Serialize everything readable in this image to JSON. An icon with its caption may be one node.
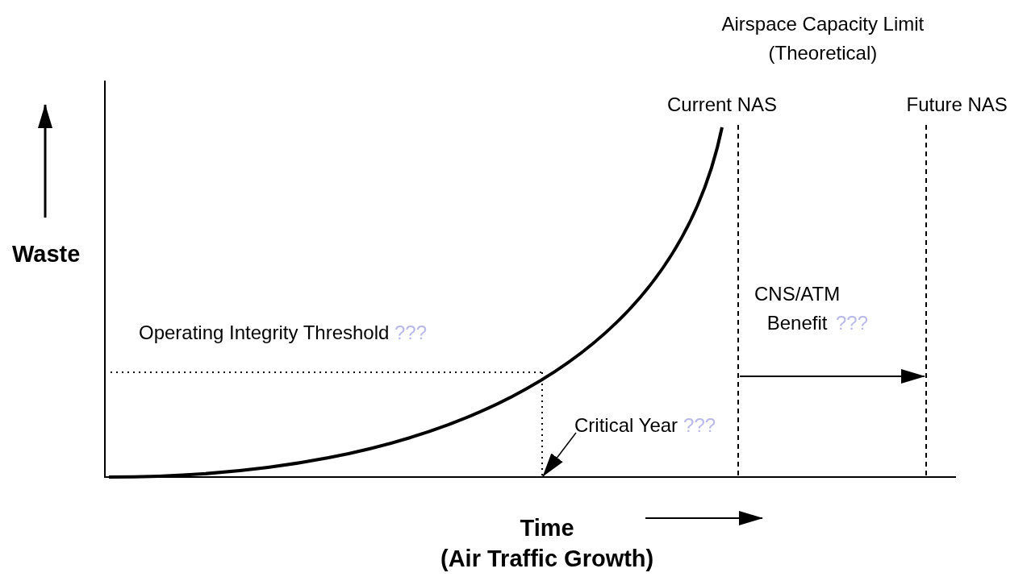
{
  "diagram": {
    "nodes": [
      {
        "text": [
          "Critical Year",
          "???"
        ]
      },
      {
        "text": [],
        "shape": "line"
      }
    ],
    "edges": [
      {
        "from": 0,
        "to": 1,
        "arrow": "to"
      }
    ],
    "labels": [
      "Airspace Capacity Limit (Theoretical)",
      "Current NAS",
      "Future NAS",
      "Waste",
      "CNS/ATM Benefit",
      "???",
      "Operating Integrity Threshold",
      "???",
      "Time (Air Traffic Growth)"
    ]
  }
}
